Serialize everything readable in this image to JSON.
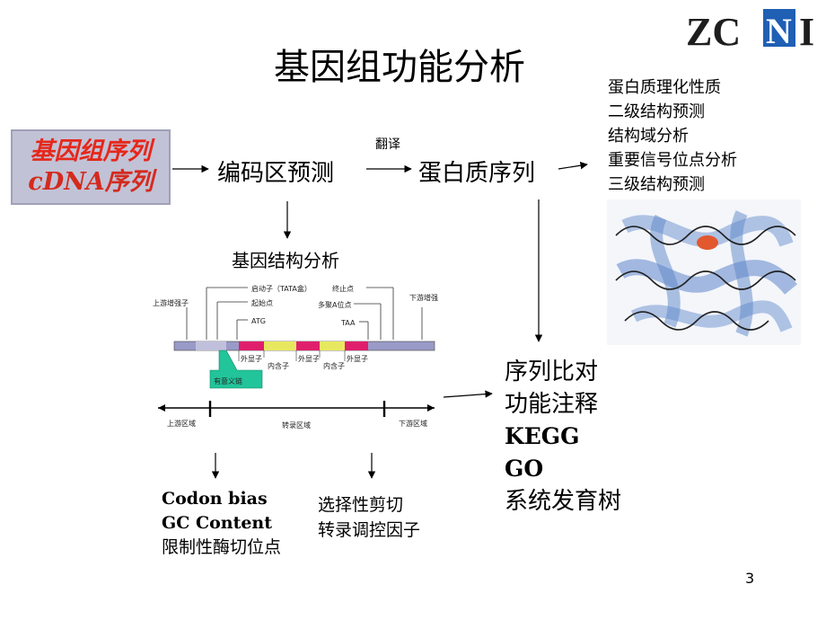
{
  "title": "基因组功能分析",
  "logo": {
    "text_left": "ZC",
    "text_n": "N",
    "text_i": "I"
  },
  "input_box": {
    "line1": "基因组序列",
    "line2": "cDNA序列"
  },
  "coding_prediction": "编码区预测",
  "translation_label": "翻译",
  "protein_sequence": "蛋白质序列",
  "protein_analyses": [
    "蛋白质理化性质",
    "二级结构预测",
    "结构域分析",
    "重要信号位点分析",
    "三级结构预测"
  ],
  "gene_structure_label": "基因结构分析",
  "gene_diagram": {
    "upstream_enhancer": "上游增强子",
    "promoter": "启动子（TATA盒）",
    "start_point": "起始点",
    "atg": "ATG",
    "stop_point": "终止点",
    "polya_point": "多聚A位点",
    "taa": "TAA",
    "downstream_enhancer": "下游增强子",
    "exon": "外显子",
    "intron": "内含子",
    "sense_strand": "有意义链",
    "upstream_region": "上游区域",
    "transcription_region": "转录区域",
    "downstream_region": "下游区域"
  },
  "gene_results_left": [
    "Codon bias",
    "GC Content",
    "限制性酶切位点"
  ],
  "gene_results_mid": [
    "选择性剪切",
    "转录调控因子"
  ],
  "sequence_results": [
    "序列比对",
    "功能注释",
    "KEGG",
    "GO",
    "系统发育树"
  ],
  "page_number": "3",
  "colors": {
    "input_fill": "#c2c2d6",
    "input_text": "#e6271a",
    "logo_blue": "#1f5fb4",
    "helix_blue": "#5b86c8"
  }
}
